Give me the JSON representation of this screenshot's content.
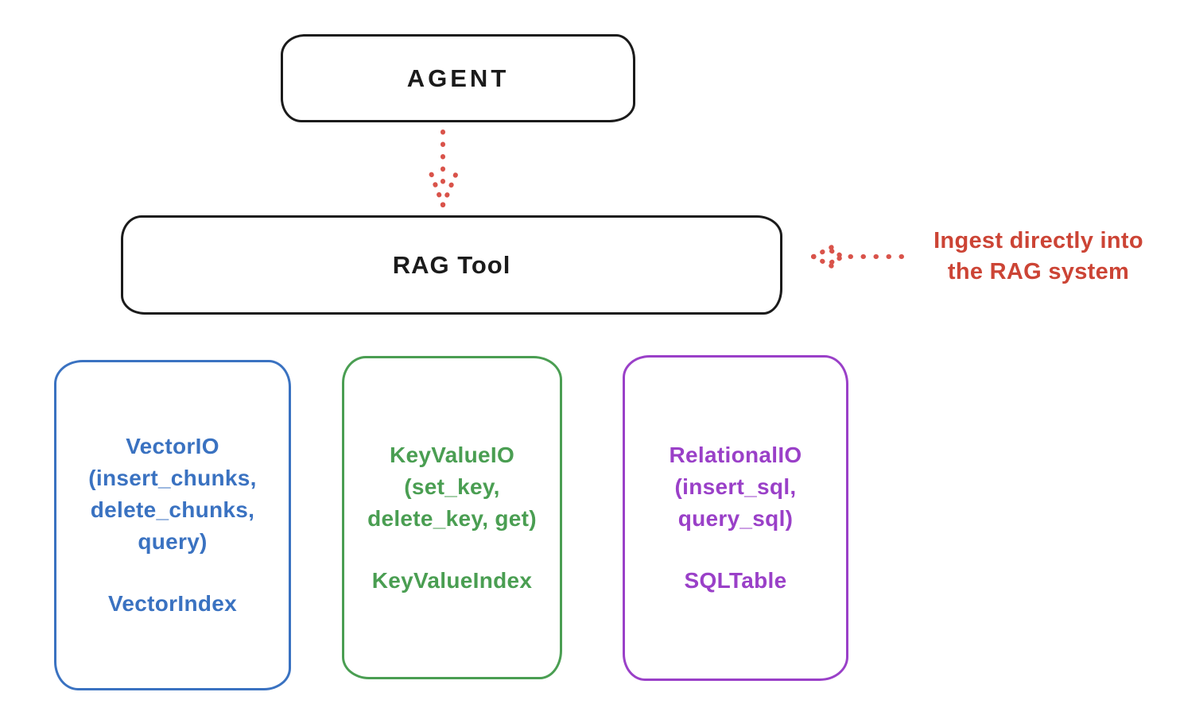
{
  "colors": {
    "stroke_black": "#1b1b1b",
    "annotation_red": "#cc4435",
    "vector_blue": "#3a72c1",
    "keyvalue_green": "#4a9e52",
    "relational_purple": "#9a40c8",
    "background": "#ffffff"
  },
  "nodes": {
    "agent": {
      "label": "AGENT"
    },
    "rag_tool": {
      "label": "RAG Tool"
    },
    "vector": {
      "title": "VectorIO",
      "lines": [
        "(insert_chunks,",
        "delete_chunks,",
        "query)"
      ],
      "index": "VectorIndex"
    },
    "keyvalue": {
      "title": "KeyValueIO",
      "lines": [
        "(set_key,",
        "delete_key, get)"
      ],
      "index": "KeyValueIndex"
    },
    "relational": {
      "title": "RelationalIO",
      "lines": [
        "(insert_sql,",
        "query_sql)"
      ],
      "index": "SQLTable"
    }
  },
  "annotation": {
    "line1": "Ingest directly into",
    "line2": "the RAG system"
  }
}
